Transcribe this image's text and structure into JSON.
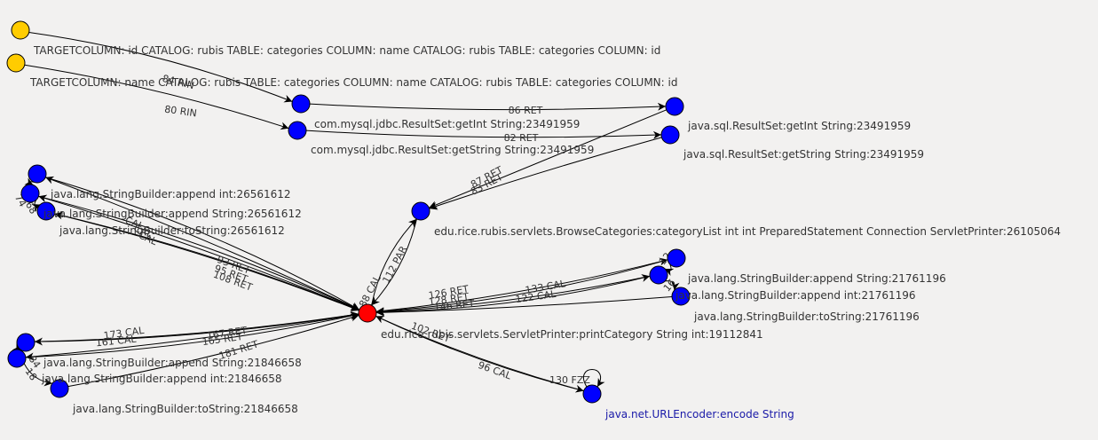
{
  "colors": {
    "background": "#f2f1f0",
    "method_node": "#0000ff",
    "column_node": "#ffcc00",
    "focus_node": "#ff0000",
    "edge": "#000000",
    "label": "#333333",
    "selected_label": "#1a1aa8"
  },
  "nodes": [
    {
      "id": "tc1",
      "kind": "column",
      "label": "TARGETCOLUMN: id CATALOG: rubis TABLE: categories COLUMN: name CATALOG: rubis TABLE: categories COLUMN: id"
    },
    {
      "id": "tc2",
      "kind": "column",
      "label": "TARGETCOLUMN: name CATALOG: rubis TABLE: categories COLUMN: name CATALOG: rubis TABLE: categories COLUMN: id"
    },
    {
      "id": "mysqlGetInt",
      "kind": "method",
      "label": "com.mysql.jdbc.ResultSet:getInt String:23491959"
    },
    {
      "id": "mysqlGetString",
      "kind": "method",
      "label": "com.mysql.jdbc.ResultSet:getString String:23491959"
    },
    {
      "id": "sqlGetInt",
      "kind": "method",
      "label": "java.sql.ResultSet:getInt String:23491959"
    },
    {
      "id": "sqlGetString",
      "kind": "method",
      "label": "java.sql.ResultSet:getString String:23491959"
    },
    {
      "id": "sbA_int",
      "kind": "method",
      "label": "java.lang.StringBuilder:append int:26561612"
    },
    {
      "id": "sbA_str",
      "kind": "method",
      "label": "java.lang.StringBuilder:append String:26561612"
    },
    {
      "id": "sbA_ts",
      "kind": "method",
      "label": "java.lang.StringBuilder:toString:26561612"
    },
    {
      "id": "categoryList",
      "kind": "method",
      "label": "edu.rice.rubis.servlets.BrowseCategories:categoryList int int PreparedStatement Connection ServletPrinter:26105064"
    },
    {
      "id": "sbB_str",
      "kind": "method",
      "label": "java.lang.StringBuilder:append String:21761196"
    },
    {
      "id": "sbB_int",
      "kind": "method",
      "label": "java.lang.StringBuilder:append int:21761196"
    },
    {
      "id": "sbB_ts",
      "kind": "method",
      "label": "java.lang.StringBuilder:toString:21761196"
    },
    {
      "id": "printCategory",
      "kind": "focus",
      "label": "edu.rice.rubis.servlets.ServletPrinter:printCategory String int:19112841"
    },
    {
      "id": "sbC_str",
      "kind": "method",
      "label": "java.lang.StringBuilder:append String:21846658"
    },
    {
      "id": "sbC_int",
      "kind": "method",
      "label": "java.lang.StringBuilder:append int:21846658"
    },
    {
      "id": "sbC_ts",
      "kind": "method",
      "label": "java.lang.StringBuilder:toString:21846658"
    },
    {
      "id": "encode",
      "kind": "method",
      "selected": true,
      "label": "java.net.URLEncoder:encode String"
    }
  ],
  "edges": [
    {
      "id": "e84",
      "from": "tc1",
      "to": "mysqlGetInt",
      "label": "84 RIN"
    },
    {
      "id": "e80",
      "from": "tc2",
      "to": "mysqlGetString",
      "label": "80 RIN"
    },
    {
      "id": "e86",
      "from": "mysqlGetInt",
      "to": "sqlGetInt",
      "label": "86 RET"
    },
    {
      "id": "e82",
      "from": "mysqlGetString",
      "to": "sqlGetString",
      "label": "82 RET"
    },
    {
      "id": "e87",
      "from": "sqlGetInt",
      "to": "categoryList",
      "label": "87 RET"
    },
    {
      "id": "e83",
      "from": "sqlGetString",
      "to": "categoryList",
      "label": "83 RET"
    },
    {
      "id": "e112",
      "from": "categoryList",
      "to": "printCategory",
      "label": "112 PAR"
    },
    {
      "id": "e88",
      "from": "printCategory",
      "to": "categoryList",
      "label": "88 CAL"
    },
    {
      "id": "e93",
      "from": "sbA_int",
      "to": "printCategory",
      "label": "93 RET"
    },
    {
      "id": "e95",
      "from": "sbA_str",
      "to": "printCategory",
      "label": "95 RET"
    },
    {
      "id": "e108",
      "from": "sbA_ts",
      "to": "printCategory",
      "label": "108 RET"
    },
    {
      "id": "eA1",
      "from": "printCategory",
      "to": "sbA_int",
      "label": "CAL"
    },
    {
      "id": "eA2",
      "from": "printCategory",
      "to": "sbA_str",
      "label": "CAL"
    },
    {
      "id": "eA3",
      "from": "printCategory",
      "to": "sbA_ts",
      "label": "CAL"
    },
    {
      "id": "eAs1",
      "from": "sbA_int",
      "to": "sbA_str",
      "label": "74"
    },
    {
      "id": "eAs2",
      "from": "sbA_str",
      "to": "sbA_ts",
      "label": "68"
    },
    {
      "id": "e126",
      "from": "sbB_str",
      "to": "printCategory",
      "label": "126 RET"
    },
    {
      "id": "e128",
      "from": "sbB_int",
      "to": "printCategory",
      "label": "128 RET"
    },
    {
      "id": "e146",
      "from": "sbB_ts",
      "to": "printCategory",
      "label": "146 RET"
    },
    {
      "id": "e133",
      "from": "printCategory",
      "to": "sbB_str",
      "label": "133 CAL"
    },
    {
      "id": "e122",
      "from": "printCategory",
      "to": "sbB_int",
      "label": "122 CAL"
    },
    {
      "id": "eBs1",
      "from": "sbB_str",
      "to": "sbB_int",
      "label": "12"
    },
    {
      "id": "eBs2",
      "from": "sbB_int",
      "to": "sbB_ts",
      "label": "16"
    },
    {
      "id": "e173",
      "from": "printCategory",
      "to": "sbC_str",
      "label": "173 CAL"
    },
    {
      "id": "e161",
      "from": "printCategory",
      "to": "sbC_int",
      "label": "161 CAL"
    },
    {
      "id": "e167",
      "from": "sbC_str",
      "to": "printCategory",
      "label": "167 RET"
    },
    {
      "id": "e165",
      "from": "sbC_int",
      "to": "printCategory",
      "label": "165 RET"
    },
    {
      "id": "e181",
      "from": "sbC_ts",
      "to": "printCategory",
      "label": "181 RET"
    },
    {
      "id": "eCs1",
      "from": "sbC_str",
      "to": "sbC_int",
      "label": "84"
    },
    {
      "id": "eCs2",
      "from": "sbC_int",
      "to": "sbC_ts",
      "label": "18"
    },
    {
      "id": "e96",
      "from": "printCategory",
      "to": "encode",
      "label": "96 CAL"
    },
    {
      "id": "e102",
      "from": "encode",
      "to": "printCategory",
      "label": "102 RET"
    },
    {
      "id": "e130",
      "from": "encode",
      "to": "encode",
      "label": "130 FZZ"
    }
  ]
}
